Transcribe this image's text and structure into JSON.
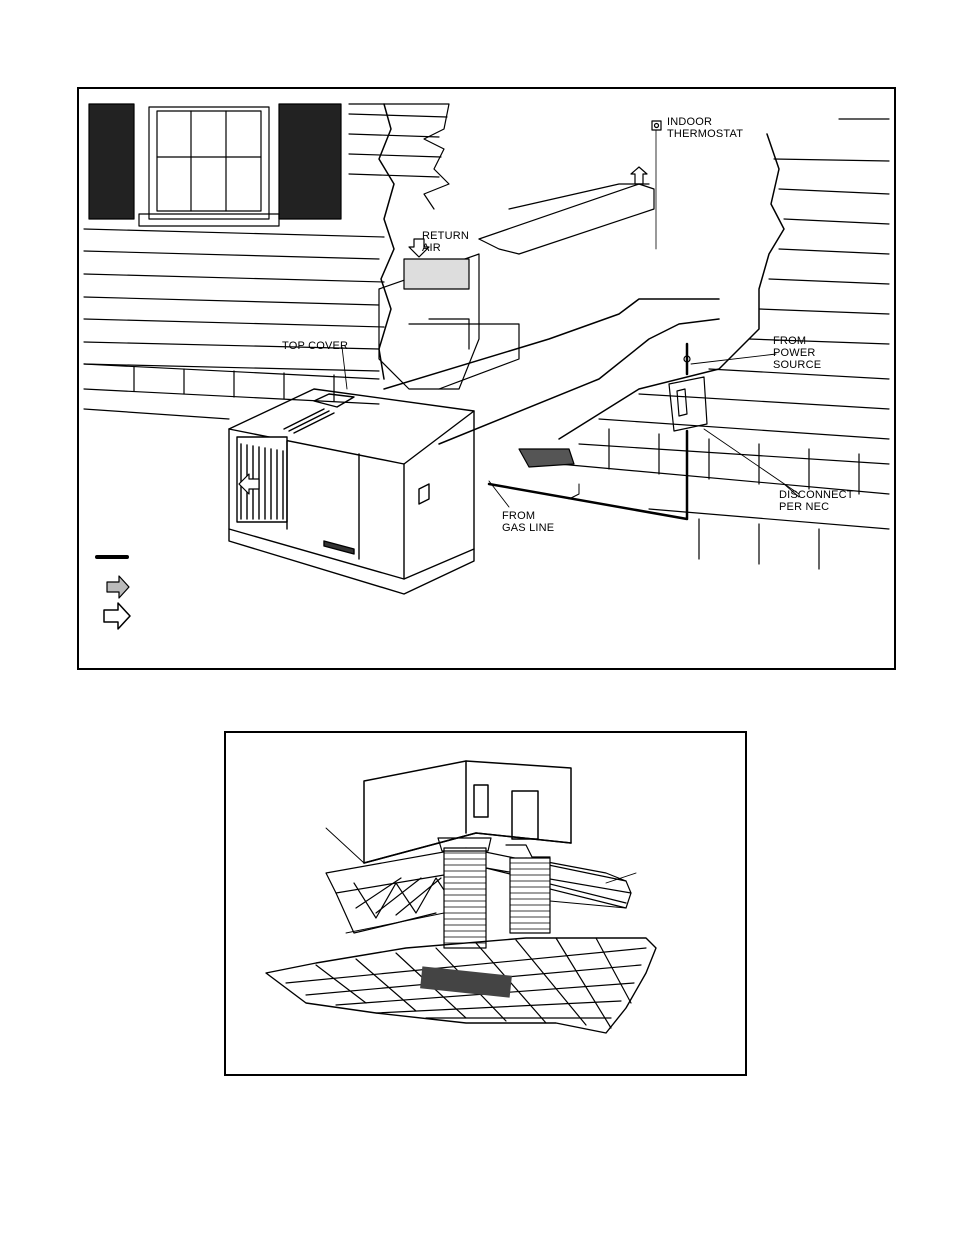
{
  "figure1": {
    "labels": {
      "indoor_thermostat": "INDOOR\nTHERMOSTAT",
      "return_air": "RETURN\nAIR",
      "top_cover": "TOP COVER",
      "from_power_source": "FROM\nPOWER\nSOURCE",
      "disconnect_per_nec": "DISCONNECT\nPER NEC",
      "from_gas_line": "FROM\nGAS LINE"
    },
    "legend_symbols": [
      "thick-line-symbol",
      "hatched-arrow-icon",
      "open-arrow-icon"
    ]
  },
  "figure2": {
    "labels": []
  }
}
